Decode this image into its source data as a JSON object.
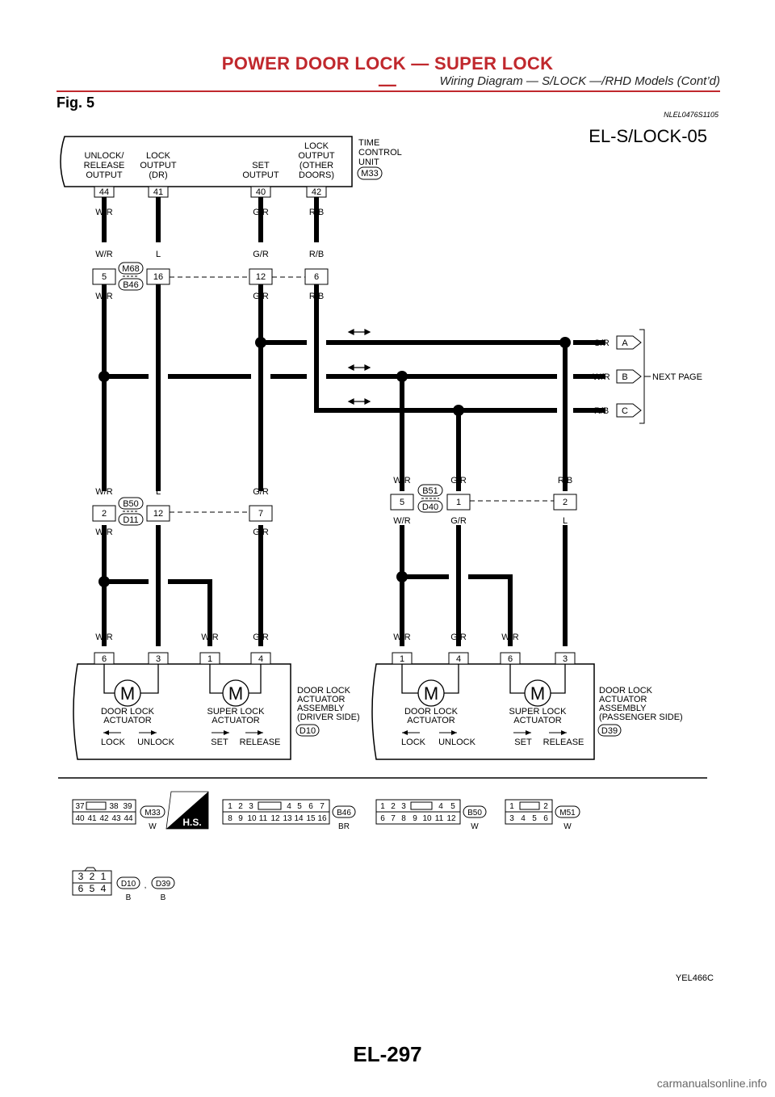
{
  "header": {
    "title": "POWER DOOR LOCK — SUPER LOCK —",
    "subtitle": "Wiring Diagram — S/LOCK —/RHD Models (Cont’d)"
  },
  "figure": {
    "label": "Fig. 5",
    "ref": "NLEL0476S1105",
    "diagram_id": "EL-S/LOCK-05",
    "image_code": "YEL466C"
  },
  "tcu": {
    "outputs": [
      [
        "UNLOCK/",
        "RELEASE",
        "OUTPUT"
      ],
      [
        "LOCK",
        "OUTPUT",
        "(DR)"
      ],
      [
        "SET",
        "OUTPUT"
      ],
      [
        "LOCK",
        "OUTPUT",
        "(OTHER",
        "DOORS)"
      ]
    ],
    "unit": [
      "TIME",
      "CONTROL",
      "UNIT"
    ],
    "connector": "M33",
    "pins": [
      "44",
      "41",
      "40",
      "42"
    ]
  },
  "wires": {
    "wr": "W/R",
    "l": "L",
    "gr": "G/R",
    "rb": "R/B"
  },
  "conn1": {
    "pins": [
      "5",
      "16",
      "12",
      "6"
    ],
    "top": "M68",
    "bottom": "B46"
  },
  "conn2": {
    "pins": [
      "2",
      "12",
      "7"
    ],
    "top": "B50",
    "bottom": "D11"
  },
  "conn3": {
    "pins": [
      "5",
      "1",
      "2"
    ],
    "top": "B51",
    "bottom": "D40"
  },
  "next_page": {
    "labels": [
      "A",
      "B",
      "C"
    ],
    "text": "NEXT PAGE"
  },
  "act_driver": {
    "pins": [
      "6",
      "3",
      "1",
      "4"
    ],
    "assembly": [
      "DOOR LOCK",
      "ACTUATOR",
      "ASSEMBLY",
      "(DRIVER SIDE)"
    ],
    "connector": "D10"
  },
  "act_pass": {
    "pins": [
      "1",
      "4",
      "6",
      "3"
    ],
    "assembly": [
      "DOOR LOCK",
      "ACTUATOR",
      "ASSEMBLY",
      "(PASSENGER SIDE)"
    ],
    "connector": "D39"
  },
  "actuator": {
    "motor": "M",
    "door": [
      "DOOR LOCK",
      "ACTUATOR"
    ],
    "super": [
      "SUPER LOCK",
      "ACTUATOR"
    ],
    "lock": "LOCK",
    "unlock": "UNLOCK",
    "set": "SET",
    "release": "RELEASE"
  },
  "bottom": {
    "m33": {
      "row1": [
        "37",
        "38",
        "39"
      ],
      "row2": [
        "40",
        "41",
        "42",
        "43",
        "44"
      ],
      "name": "M33",
      "color": "W",
      "hs": "H.S."
    },
    "b46": {
      "row1": [
        "1",
        "2",
        "3",
        "4",
        "5",
        "6",
        "7"
      ],
      "row2": [
        "8",
        "9",
        "10",
        "11",
        "12",
        "13",
        "14",
        "15",
        "16"
      ],
      "name": "B46",
      "color": "BR"
    },
    "b50": {
      "row1": [
        "1",
        "2",
        "3",
        "4",
        "5"
      ],
      "row2": [
        "6",
        "7",
        "8",
        "9",
        "10",
        "11",
        "12"
      ],
      "name": "B50",
      "color": "W"
    },
    "m51": {
      "row1": [
        "1",
        "2"
      ],
      "row2": [
        "3",
        "4",
        "5",
        "6"
      ],
      "name": "M51",
      "color": "W"
    },
    "d10": {
      "row1": [
        "3",
        "2",
        "1"
      ],
      "row2": [
        "6",
        "5",
        "4"
      ],
      "name1": "D10",
      "sep": ",",
      "name2": "D39",
      "color1": "B",
      "color2": "B"
    }
  },
  "footer": {
    "page": "EL-297",
    "watermark": "carmanualsonline.info"
  }
}
